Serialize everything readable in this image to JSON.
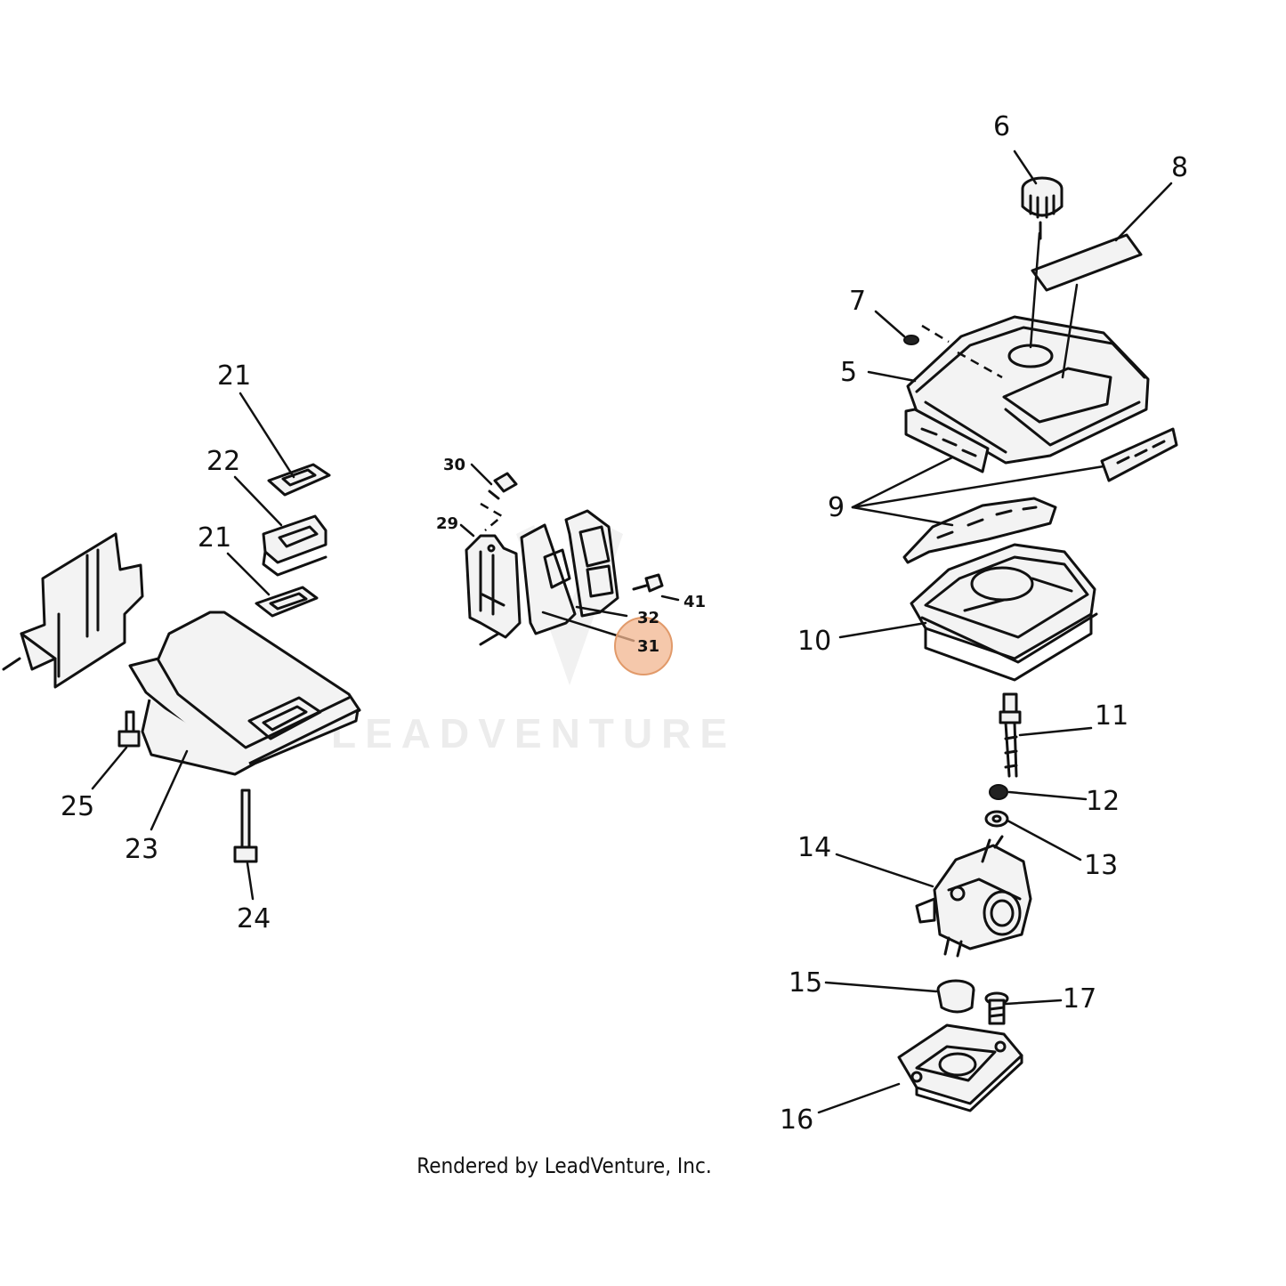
{
  "diagram": {
    "watermark_text": "LEADVENTURE",
    "credit_text": "Rendered by LeadVenture, Inc.",
    "highlight_color": "#f2b68f",
    "callouts": {
      "c5": "5",
      "c6": "6",
      "c7": "7",
      "c8": "8",
      "c9": "9",
      "c10": "10",
      "c11": "11",
      "c12": "12",
      "c13": "13",
      "c14": "14",
      "c15": "15",
      "c16": "16",
      "c17": "17",
      "c21a": "21",
      "c21b": "21",
      "c22": "22",
      "c23": "23",
      "c24": "24",
      "c25": "25",
      "c29": "29",
      "c30": "30",
      "c31": "31",
      "c32": "32",
      "c41": "41"
    }
  }
}
